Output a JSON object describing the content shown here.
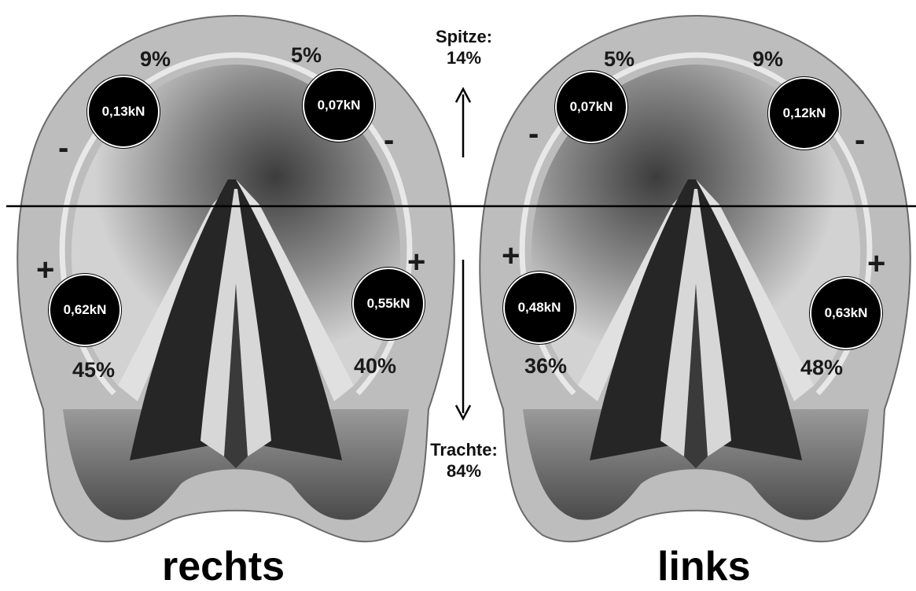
{
  "center": {
    "toe_label": "Spitze:",
    "toe_value": "14%",
    "heel_label": "Trachte:",
    "heel_value": "84%"
  },
  "hooves": [
    {
      "side": "rechts",
      "top_left_pct": "9%",
      "top_right_pct": "5%",
      "bottom_left_pct": "45%",
      "bottom_right_pct": "40%",
      "top_left_force": "0,13kN",
      "top_right_force": "0,07kN",
      "bottom_left_force": "0,62kN",
      "bottom_right_force": "0,55kN",
      "top_left_sign": "-",
      "top_right_sign": "-",
      "bottom_left_sign": "+",
      "bottom_right_sign": "+"
    },
    {
      "side": "links",
      "top_left_pct": "5%",
      "top_right_pct": "9%",
      "bottom_left_pct": "36%",
      "bottom_right_pct": "48%",
      "top_left_force": "0,07kN",
      "top_right_force": "0,12kN",
      "bottom_left_force": "0,48kN",
      "bottom_right_force": "0,63kN",
      "top_left_sign": "-",
      "top_right_sign": "-",
      "bottom_left_sign": "+",
      "bottom_right_sign": "+"
    }
  ],
  "colors": {
    "hoof_wall": "#b9b9b9",
    "sole": "#cfcfcf",
    "frog_dark": "#2a2a2a",
    "marker": "#000000",
    "divider_line": "#000000"
  }
}
